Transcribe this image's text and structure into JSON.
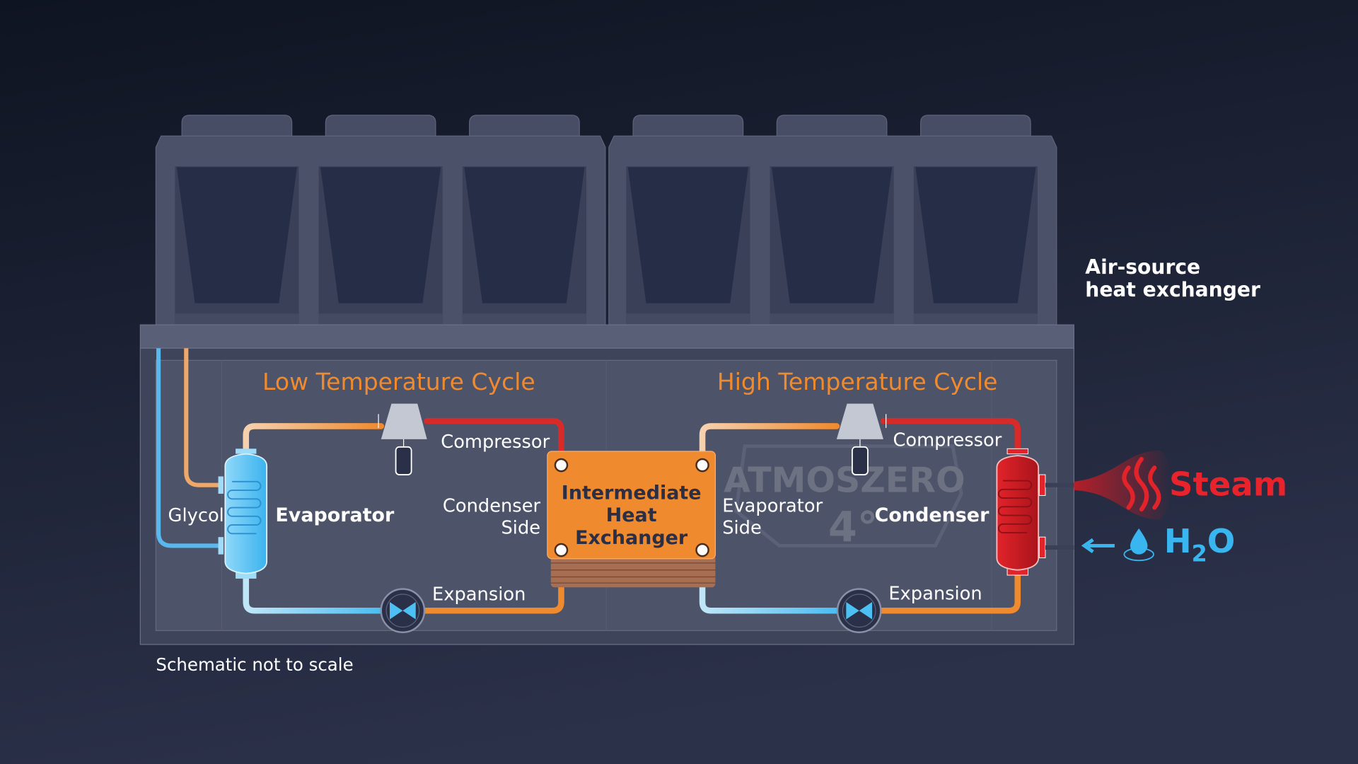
{
  "labels": {
    "air_source": [
      "Air-source",
      "heat exchanger"
    ],
    "low_cycle": "Low Temperature Cycle",
    "high_cycle": "High Temperature Cycle",
    "compressor_low": "Compressor",
    "compressor_high": "Compressor",
    "glycol": "Glycol",
    "evaporator": "Evaporator",
    "condenser_side": [
      "Condenser",
      "Side"
    ],
    "evaporator_side": [
      "Evaporator",
      "Side"
    ],
    "heat_exchanger": [
      "Intermediate",
      "Heat",
      "Exchanger"
    ],
    "condenser": "Condenser",
    "expansion_low": "Expansion",
    "expansion_high": "Expansion",
    "steam": "Steam",
    "h2o": [
      "H",
      "2",
      "O"
    ],
    "watermark": [
      "ATMOSZERO",
      "4°"
    ],
    "footnote": "Schematic not to scale"
  },
  "colors": {
    "accent_orange": "#f08a2e",
    "hot_red": "#e2232a",
    "cold_blue": "#39b6f0",
    "housing": "#4b5169"
  }
}
